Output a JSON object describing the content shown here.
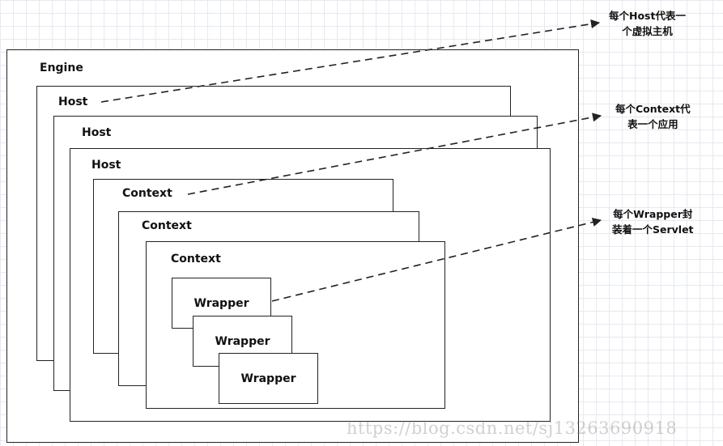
{
  "engine": {
    "label": "Engine"
  },
  "hosts": [
    "Host",
    "Host",
    "Host"
  ],
  "contexts": [
    "Context",
    "Context",
    "Context"
  ],
  "wrappers": [
    "Wrapper",
    "Wrapper",
    "Wrapper"
  ],
  "notes": {
    "host": [
      "每个Host代表一",
      "个虚拟主机"
    ],
    "context": [
      "每个Context代",
      "表一个应用"
    ],
    "wrapper": [
      "每个Wrapper封",
      "装着一个Servlet"
    ]
  },
  "watermark": "https://blog.csdn.net/sj13263690918"
}
